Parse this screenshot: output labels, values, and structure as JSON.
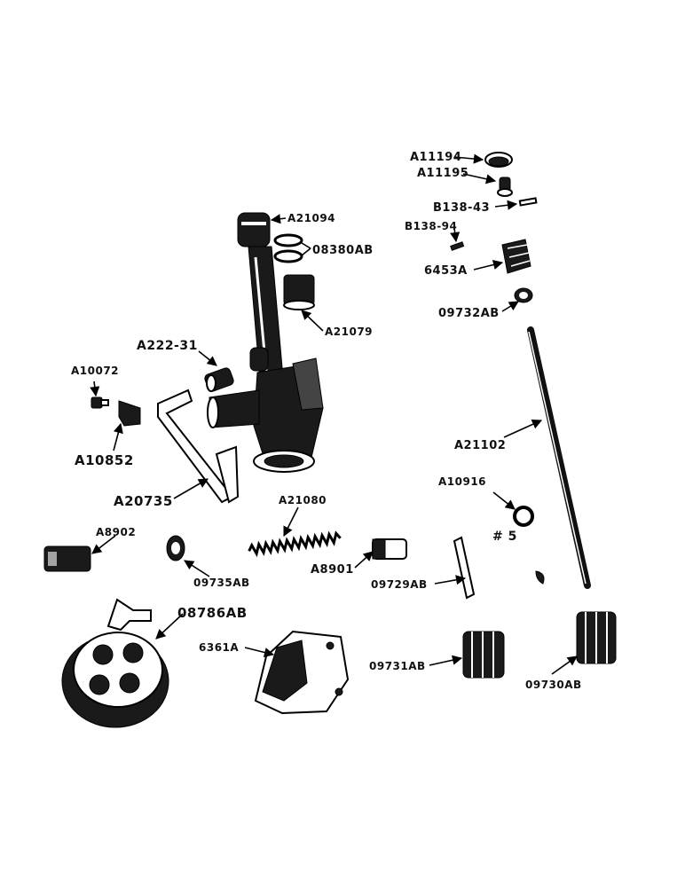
{
  "labels": {
    "a11194": "A11194",
    "a11195": "A11195",
    "b13843": "B138-43",
    "b13894": "B138-94",
    "p6453a": "6453A",
    "p09732ab": "09732AB",
    "a21094": "A21094",
    "p08380ab": "08380AB",
    "a21079": "A21079",
    "a22231": "A222-31",
    "a10072": "A10072",
    "a10852": "A10852",
    "a20735": "A20735",
    "a21102": "A21102",
    "a10916": "A10916",
    "num5": "# 5",
    "a21080": "A21080",
    "a8902": "A8902",
    "p09735ab": "09735AB",
    "a8901": "A8901",
    "p09729ab": "09729AB",
    "p08786ab": "08786AB",
    "p6361a": "6361A",
    "p09731ab": "09731AB",
    "p09730ab": "09730AB"
  }
}
